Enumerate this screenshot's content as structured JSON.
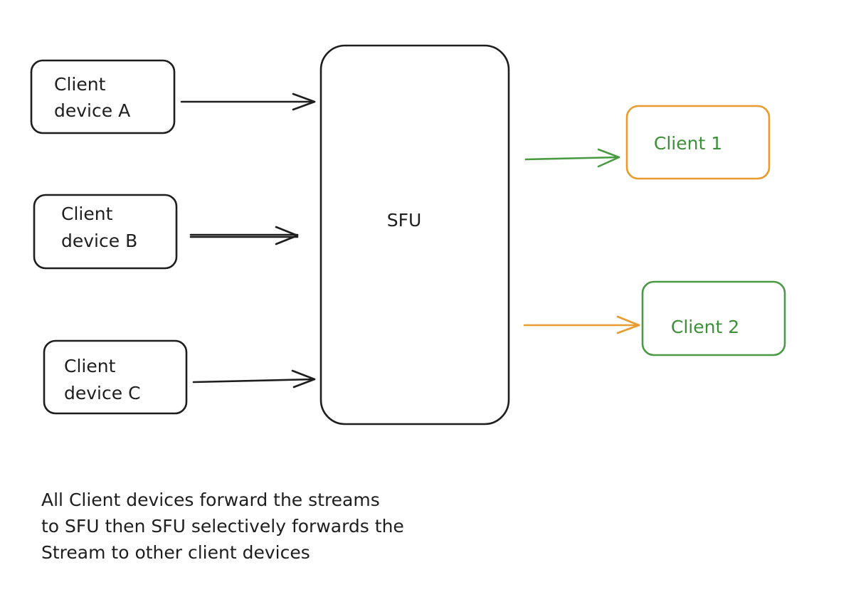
{
  "diagram": {
    "sources": [
      {
        "line1": "Client",
        "line2": "device A"
      },
      {
        "line1": "Client",
        "line2": "device B"
      },
      {
        "line1": "Client",
        "line2": "device C"
      }
    ],
    "hub": {
      "label": "SFU"
    },
    "outputs": [
      {
        "label": "Client 1",
        "border_color": "#e89b2e",
        "text_color": "#3d8f39",
        "incoming_arrow_color": "#4a9a44"
      },
      {
        "label": "Client 2",
        "border_color": "#4a9a44",
        "text_color": "#3d8f39",
        "incoming_arrow_color": "#e89b2e"
      }
    ],
    "caption": [
      "All Client devices forward the streams",
      "to SFU then SFU selectively forwards the",
      "Stream to other client devices"
    ],
    "colors": {
      "ink": "#1e1e1e",
      "orange": "#e89b2e",
      "green": "#4a9a44"
    }
  }
}
